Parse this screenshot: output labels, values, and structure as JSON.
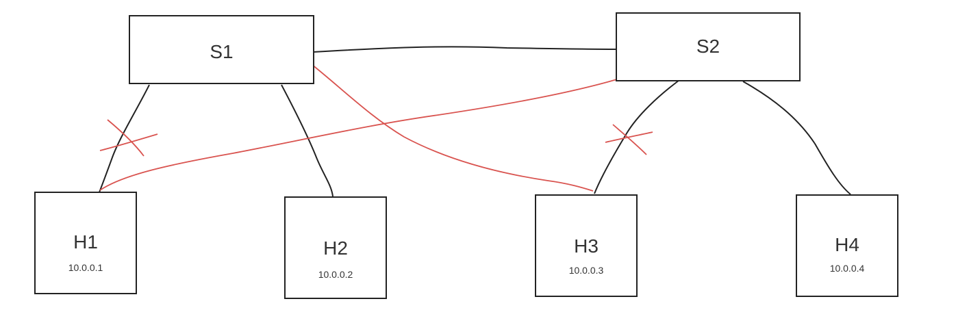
{
  "colors": {
    "background": "#ffffff",
    "box_border": "#222222",
    "link": "#222222",
    "redirect_link": "#d9534f"
  },
  "switches": [
    {
      "id": "s1",
      "label": "S1"
    },
    {
      "id": "s2",
      "label": "S2"
    }
  ],
  "hosts": [
    {
      "id": "h1",
      "label": "H1",
      "ip": "10.0.0.1"
    },
    {
      "id": "h2",
      "label": "H2",
      "ip": "10.0.0.2"
    },
    {
      "id": "h3",
      "label": "H3",
      "ip": "10.0.0.3"
    },
    {
      "id": "h4",
      "label": "H4",
      "ip": "10.0.0.4"
    }
  ],
  "links": [
    {
      "from": "S1",
      "to": "S2",
      "style": "normal"
    },
    {
      "from": "S1",
      "to": "H1",
      "style": "normal",
      "crossed_out": true
    },
    {
      "from": "S1",
      "to": "H2",
      "style": "normal"
    },
    {
      "from": "S2",
      "to": "H3",
      "style": "normal",
      "crossed_out": true
    },
    {
      "from": "S2",
      "to": "H4",
      "style": "normal"
    },
    {
      "from": "S2",
      "to": "H1",
      "style": "redirect"
    },
    {
      "from": "S1",
      "to": "H3",
      "style": "redirect"
    }
  ]
}
